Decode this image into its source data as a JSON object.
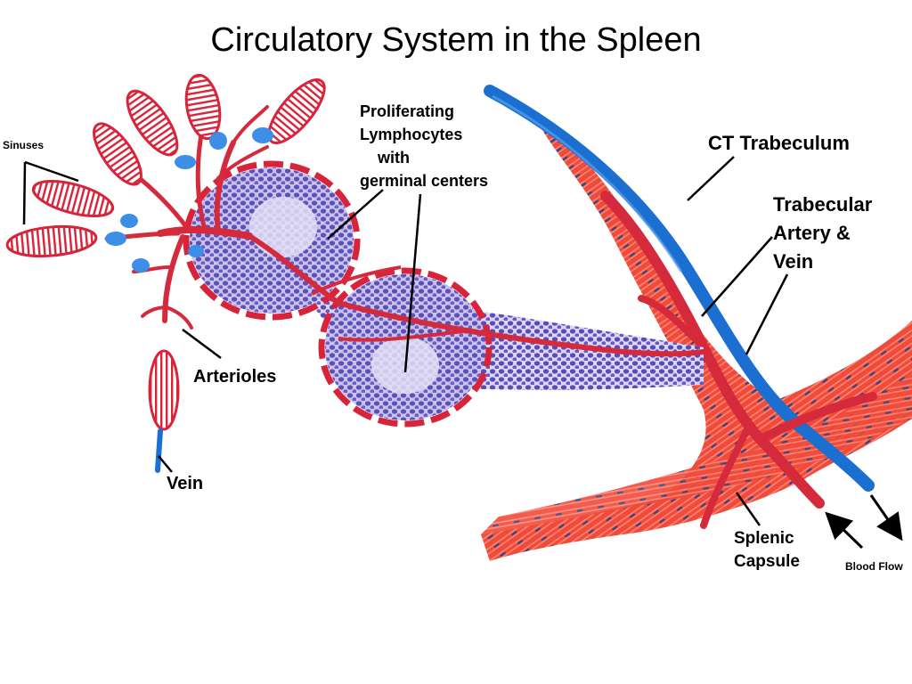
{
  "title": "Circulatory System in the Spleen",
  "labels": {
    "sinuses": "Sinuses",
    "lymphocytes": "Proliferating\nLymphocytes\n    with\ngerminal centers",
    "ct_trabeculum": "CT Trabeculum",
    "trabecular": "Trabecular\nArtery &\nVein",
    "arterioles": "Arterioles",
    "vein": "Vein",
    "splenic_capsule": "Splenic\nCapsule",
    "blood_flow": "Blood Flow"
  },
  "colors": {
    "tissue_red": "#f04a3a",
    "vessel_red": "#d42a3c",
    "vein_blue": "#1a6fd1",
    "nucleus_blue": "#4a3db0",
    "follicle_purple": "#b7b0e0",
    "sinus_outline": "#d8243a"
  }
}
